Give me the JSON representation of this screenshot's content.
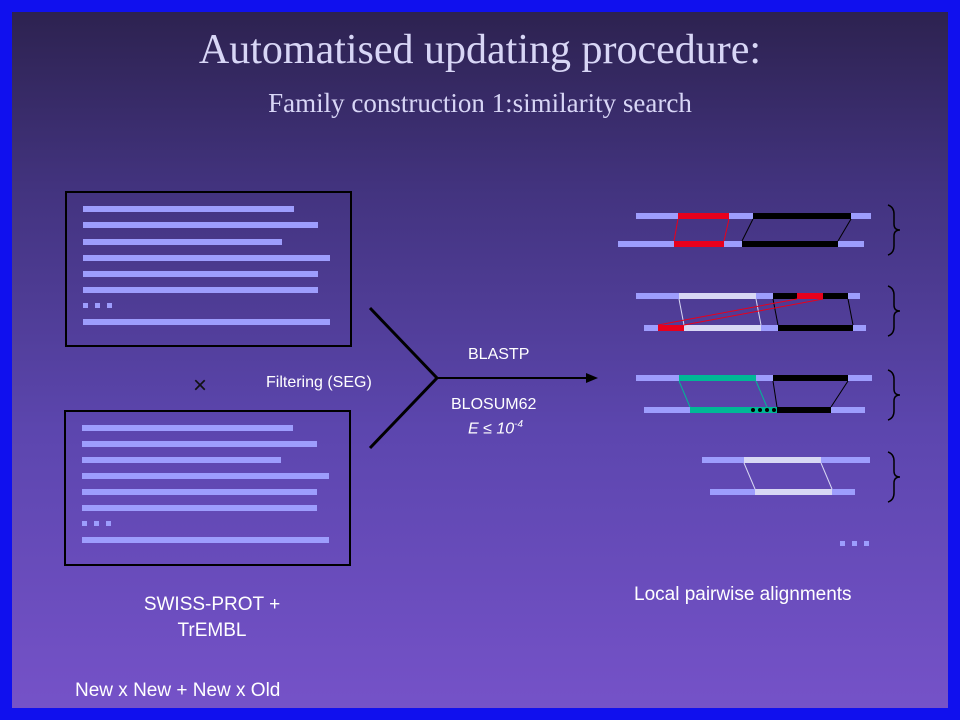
{
  "title": "Automatised updating procedure:",
  "subtitle": "Family construction 1:similarity search",
  "database_label_line1": "SWISS-PROT +",
  "database_label_line2": "TrEMBL",
  "comparison_label": "New x New + New x Old",
  "cross_symbol": "×",
  "filter_label": "Filtering (SEG)",
  "program_label": "BLASTP",
  "matrix_label": "BLOSUM62",
  "evalue_prefix": "E ≤ 10",
  "evalue_exponent": "-4",
  "output_label": "Local pairwise alignments",
  "ellipsis_icon": "ellipsis-icon",
  "colors": {
    "sequence": "#9d9dfd",
    "match_black": "#000000",
    "match_red": "#e8001c",
    "match_white": "#d8d8f4",
    "match_teal": "#00b896",
    "brace": "#000000"
  }
}
